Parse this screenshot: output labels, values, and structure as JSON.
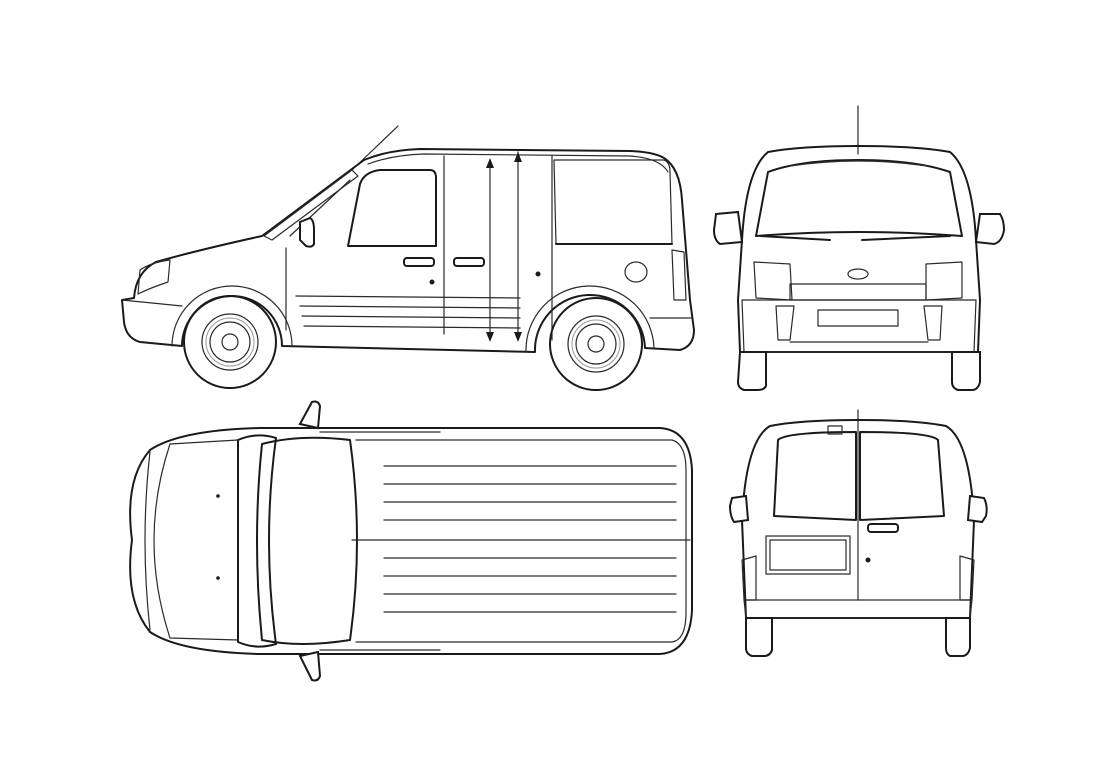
{
  "drawing": {
    "subject": "",
    "views": [
      {
        "id": "side",
        "label": ""
      },
      {
        "id": "front",
        "label": ""
      },
      {
        "id": "top",
        "label": ""
      },
      {
        "id": "rear",
        "label": ""
      }
    ]
  },
  "colors": {
    "line": "#1a1a1a",
    "background": "#ffffff",
    "highlight": "#9a9a9a"
  }
}
